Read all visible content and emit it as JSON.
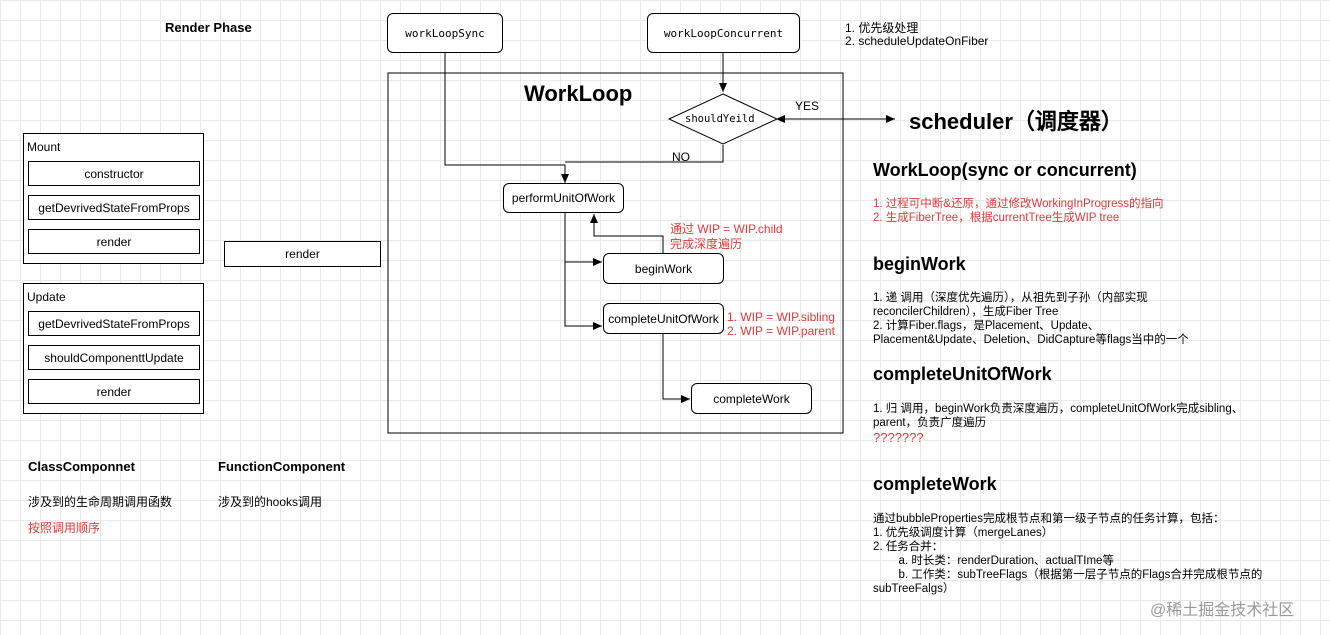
{
  "render_phase": "Render Phase",
  "workloop_sync": "workLoopSync",
  "workloop_concurrent": "workLoopConcurrent",
  "concurrent_notes": [
    "1. 优先级处理",
    "2. scheduleUpdateOnFiber"
  ],
  "workloop_title": "WorkLoop",
  "should_yield": "shouldYeild",
  "yes": "YES",
  "no": "NO",
  "scheduler": "scheduler（调度器）",
  "perform_unit": "performUnitOfWork",
  "child_note": [
    "通过 WIP = WIP.child",
    "完成深度遍历"
  ],
  "begin_work": "beginWork",
  "complete_unit": "completeUnitOfWork",
  "sibling_note": [
    "1. WIP = WIP.sibling",
    "2. WIP = WIP.parent"
  ],
  "complete_work": "completeWork",
  "mount": {
    "label": "Mount",
    "items": [
      "constructor",
      "getDevrivedStateFromProps",
      "render"
    ]
  },
  "update": {
    "label": "Update",
    "items": [
      "getDevrivedStateFromProps",
      "shouldComponenttUpdate",
      "render"
    ]
  },
  "function_render": "render",
  "class_component": "ClassComponnet",
  "class_desc": "涉及到的生命周期调用函数",
  "class_order": "按照调用顺序",
  "function_component": "FunctionComponent",
  "function_desc": "涉及到的hooks调用",
  "right": {
    "workloop_heading": "WorkLoop(sync or concurrent)",
    "workloop_notes": [
      "1. 过程可中断&还原，通过修改WorkingInProgress的指向",
      "2. 生成FiberTree，根据currentTree生成WIP tree"
    ],
    "begin_heading": "beginWork",
    "begin_notes": [
      "1. 递 调用（深度优先遍历），从祖先到子孙（内部实现",
      "reconcilerChildren），生成Fiber Tree",
      "2. 计算Fiber.flags，是Placement、Update、",
      "Placement&Update、Deletion、DidCapture等flags当中的一个"
    ],
    "complete_unit_heading": "completeUnitOfWork",
    "complete_unit_notes": [
      "1. 归 调用，beginWork负责深度遍历，completeUnitOfWork完成sibling、",
      "parent，负责广度遍历"
    ],
    "question": "???????",
    "complete_work_heading": "completeWork",
    "complete_work_notes": [
      "通过bubbleProperties完成根节点和第一级子节点的任务计算，包括：",
      "1. 优先级调度计算（mergeLanes）",
      "2. 任务合并：",
      "        a. 时长类：renderDuration、actualTIme等",
      "        b. 工作类：subTreeFlags（根据第一层子节点的Flags合并完成根节点的",
      "subTreeFalgs）"
    ]
  },
  "watermark": "@稀土掘金技术社区"
}
